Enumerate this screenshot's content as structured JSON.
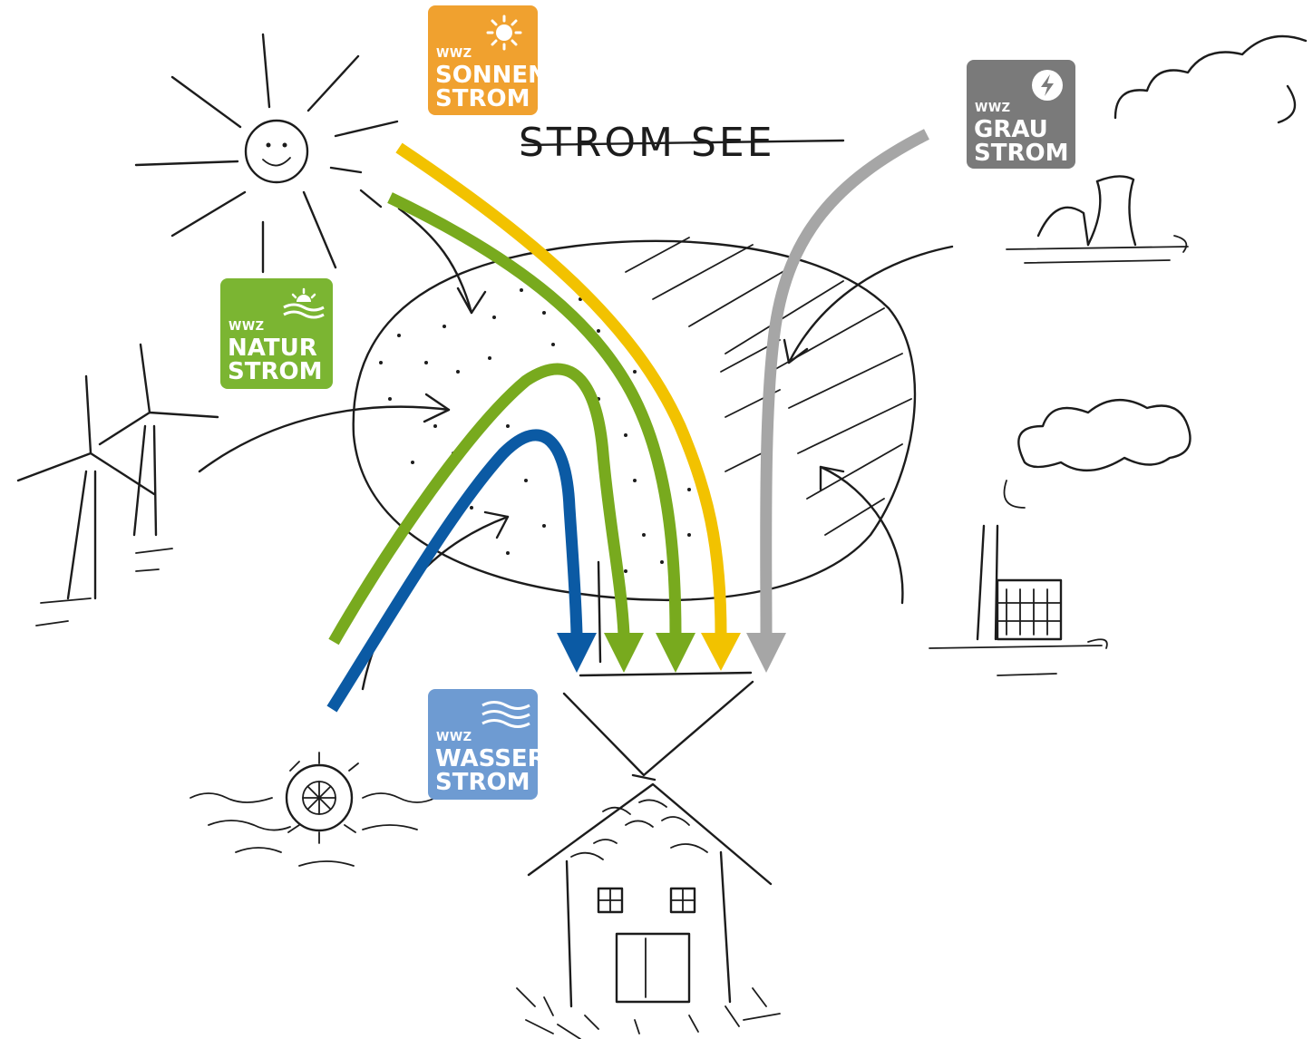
{
  "title": "STROM SEE",
  "badges": {
    "sonnen": {
      "brand": "WWZ",
      "line1": "SONNEN",
      "line2": "STROM",
      "color": "#F0A12F",
      "icon": "sun-icon"
    },
    "natur": {
      "brand": "WWZ",
      "line1": "NATUR",
      "line2": "STROM",
      "color": "#7BB532",
      "icon": "water-sun-icon"
    },
    "wasser": {
      "brand": "WWZ",
      "line1": "WASSER",
      "line2": "STROM",
      "color": "#6E9BD2",
      "icon": "waves-icon"
    },
    "grau": {
      "brand": "WWZ",
      "line1": "GRAU",
      "line2": "STROM",
      "color": "#7A7A7A",
      "icon": "lightning-icon"
    }
  },
  "flow_colors": {
    "yellow": "#F2C200",
    "green": "#78AA1E",
    "blue": "#0B5AA4",
    "gray": "#A6A6A6"
  }
}
